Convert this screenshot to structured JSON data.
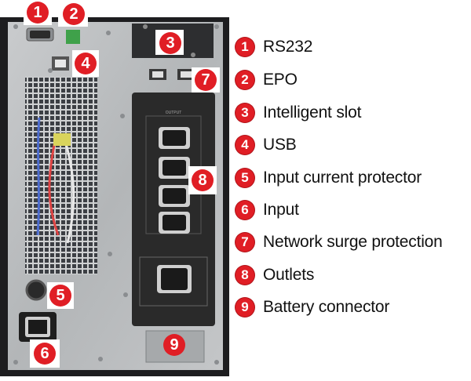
{
  "legend": [
    {
      "num": "1",
      "label": "RS232"
    },
    {
      "num": "2",
      "label": "EPO"
    },
    {
      "num": "3",
      "label": "Intelligent slot"
    },
    {
      "num": "4",
      "label": "USB"
    },
    {
      "num": "5",
      "label": "Input current protector"
    },
    {
      "num": "6",
      "label": "Input"
    },
    {
      "num": "7",
      "label": "Network surge protection"
    },
    {
      "num": "8",
      "label": "Outlets"
    },
    {
      "num": "9",
      "label": "Battery connector"
    }
  ],
  "callouts": [
    "1",
    "2",
    "3",
    "4",
    "5",
    "6",
    "7",
    "8",
    "9"
  ],
  "panel_text": {
    "output": "OUTPUT"
  },
  "colors": {
    "accent": "#e01e25",
    "panel": "#2a2a2a",
    "metal": "#b9bcbe"
  }
}
